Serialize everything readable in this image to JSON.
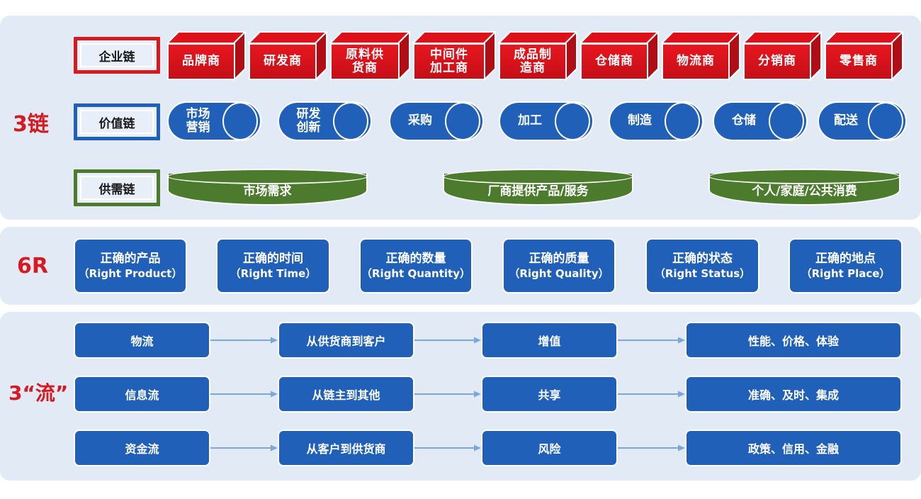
{
  "colors": {
    "panel_bg": "#e2ebf5",
    "red": "#d71920",
    "blue": "#2160b8",
    "green": "#4d7b2e",
    "arrow": "#7ba7dd",
    "plate_bg": "#e8eff8"
  },
  "sections": {
    "chains": {
      "label": "3链",
      "rows": {
        "enterprise": {
          "plate": "企业链",
          "nodes": [
            "品牌商",
            "研发商",
            "原料供\n货商",
            "中间件\n加工商",
            "成品制\n造商",
            "仓储商",
            "物流商",
            "分销商",
            "零售商"
          ]
        },
        "value": {
          "plate": "价值链",
          "nodes": [
            "市场\n营销",
            "研发\n创新",
            "采购",
            "加工",
            "制造",
            "仓储",
            "配送"
          ]
        },
        "supply_demand": {
          "plate": "供需链",
          "nodes": [
            "市场需求",
            "厂商提供产品/服务",
            "个人/家庭/公共消费"
          ]
        }
      }
    },
    "six_r": {
      "label": "6R",
      "items": [
        {
          "cn": "正确的产品",
          "en": "（Right Product）"
        },
        {
          "cn": "正确的时间",
          "en": "（Right Time）"
        },
        {
          "cn": "正确的数量",
          "en": "（Right Quantity）"
        },
        {
          "cn": "正确的质量",
          "en": "（Right Quality）"
        },
        {
          "cn": "正确的状态",
          "en": "（Right Status）"
        },
        {
          "cn": "正确的地点",
          "en": "（Right Place）"
        }
      ]
    },
    "three_flows": {
      "label": "3“流”",
      "rows": [
        {
          "name": "物流",
          "direction": "从供货商到客户",
          "effect": "增值",
          "attributes": "性能、价格、体验"
        },
        {
          "name": "信息流",
          "direction": "从链主到其他",
          "effect": "共享",
          "attributes": "准确、及时、集成"
        },
        {
          "name": "资金流",
          "direction": "从客户到供货商",
          "effect": "风险",
          "attributes": "政策、信用、金融"
        }
      ]
    }
  }
}
